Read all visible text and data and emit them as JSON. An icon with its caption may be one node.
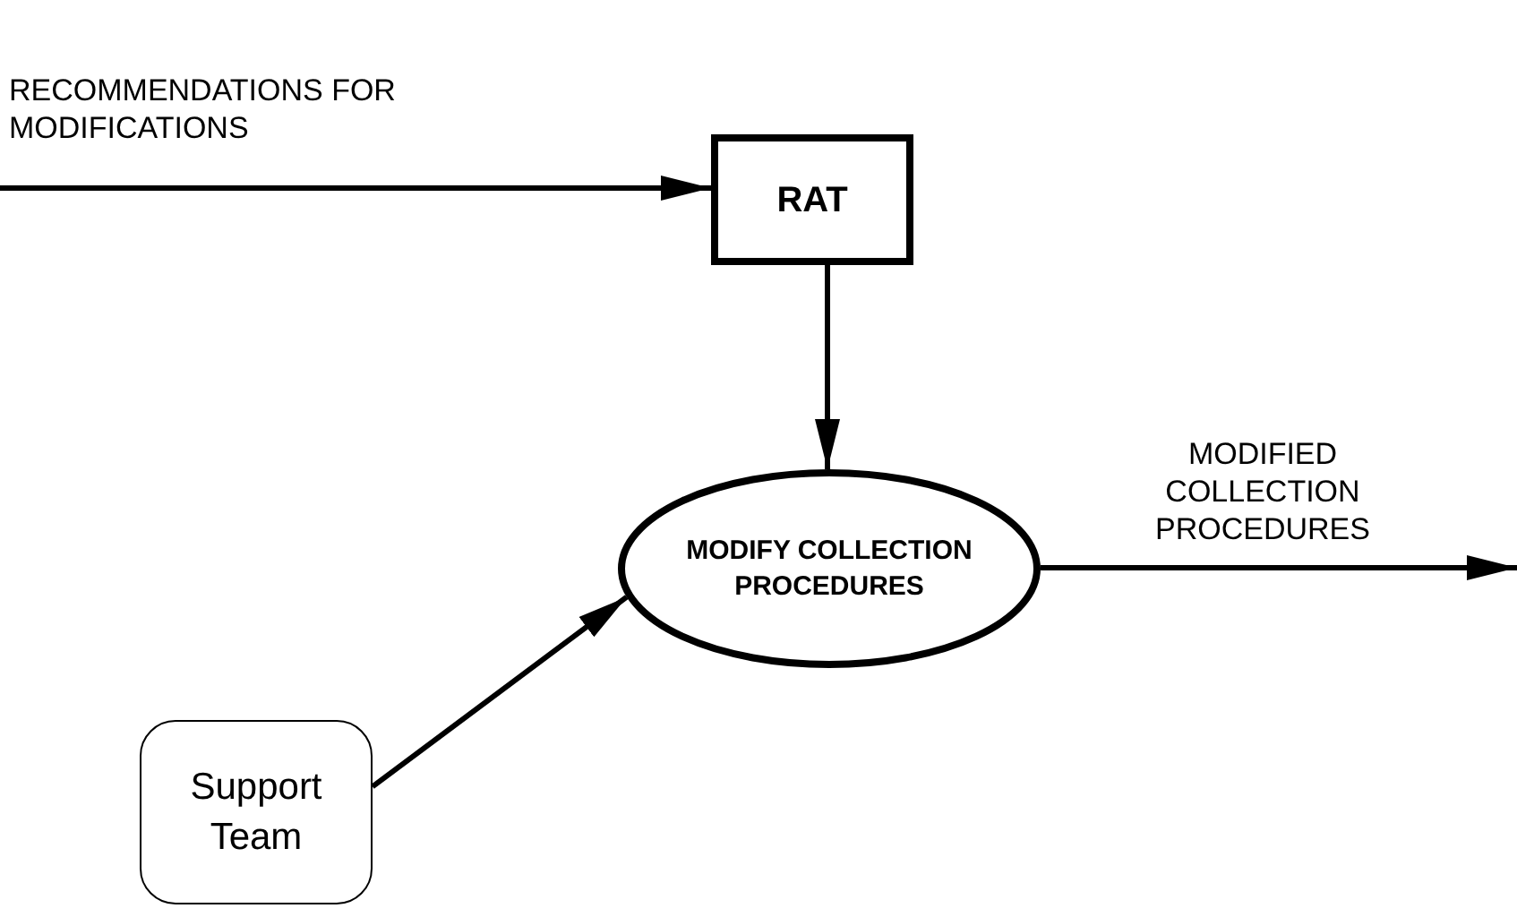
{
  "diagram": {
    "nodes": [
      {
        "text": [
          "RAT"
        ]
      },
      {
        "text": [
          "MODIFY COLLECTION PROCEDURES"
        ]
      },
      {
        "text": [
          "Support Team"
        ]
      }
    ],
    "edges": [
      {
        "from": null,
        "to": 0,
        "arrow": "to",
        "label": "RECOMMENDATIONS FOR MODIFICATIONS"
      },
      {
        "from": 0,
        "to": 1,
        "arrow": "to"
      },
      {
        "from": 2,
        "to": 1,
        "arrow": "to"
      },
      {
        "from": 1,
        "to": null,
        "arrow": "to",
        "label": "MODIFIED COLLECTION PROCEDURES"
      }
    ]
  }
}
